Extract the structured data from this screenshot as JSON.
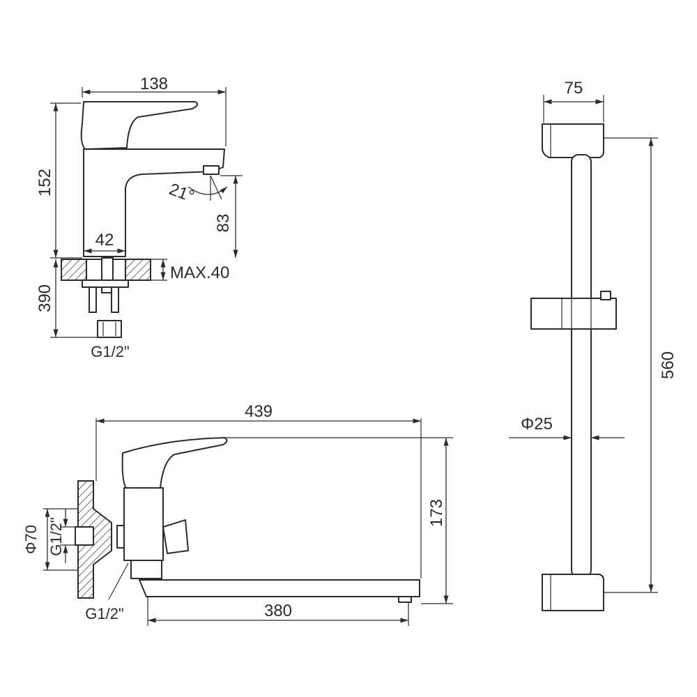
{
  "views": {
    "basin": {
      "width": "138",
      "height": "152",
      "spout_height": "83",
      "angle": "21°",
      "base_width": "42",
      "max_thickness": "MAX.40",
      "hose_length": "390",
      "thread": "G1/2\""
    },
    "bath": {
      "overall_length": "439",
      "height": "173",
      "flange_diameter": "Φ70",
      "inlet_thread": "G1/2\"",
      "lower_thread": "G1/2\"",
      "spout_length": "380"
    },
    "shower_rail": {
      "bracket_width": "75",
      "rail_length": "560",
      "tube_diameter": "Φ25"
    }
  }
}
